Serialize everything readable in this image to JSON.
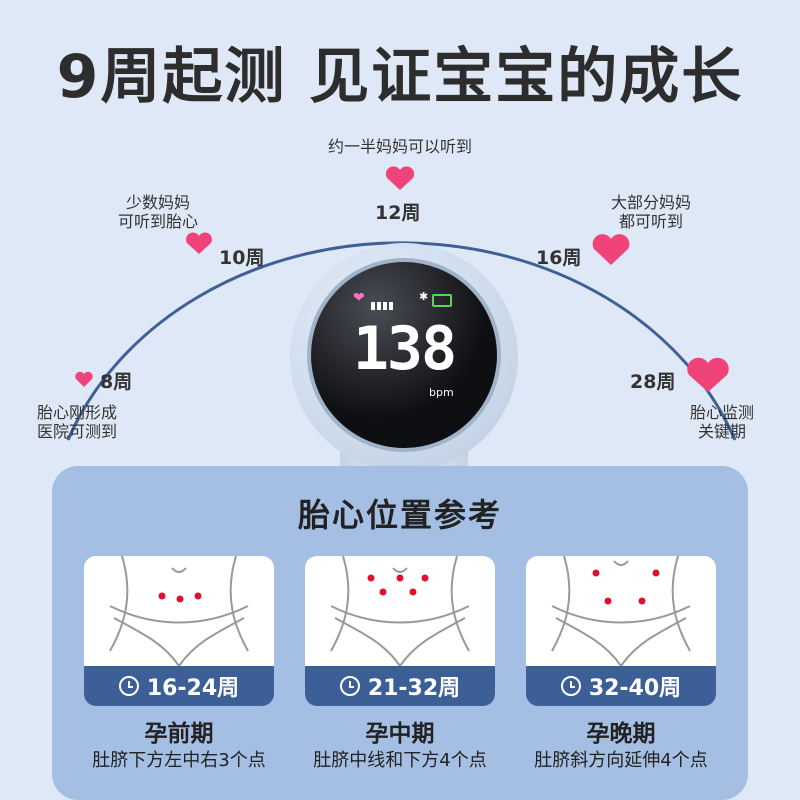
{
  "title": "9周起测 见证宝宝的成长",
  "timeline": [
    {
      "week": "8周",
      "note": [
        "胎心刚形成",
        "医院可测到"
      ]
    },
    {
      "week": "10周",
      "note": [
        "少数妈妈",
        "可听到胎心"
      ]
    },
    {
      "week": "12周",
      "note": [
        "约一半妈妈可以听到"
      ]
    },
    {
      "week": "16周",
      "note": [
        "大部分妈妈",
        "都可听到"
      ]
    },
    {
      "week": "28周",
      "note": [
        "胎心监测",
        "关键期"
      ]
    }
  ],
  "device": {
    "bpm": "138",
    "unit": "bpm"
  },
  "panel": {
    "title": "胎心位置参考",
    "cards": [
      {
        "range": "16-24周",
        "stage": "孕前期",
        "desc": "肚脐下方左中右3个点"
      },
      {
        "range": "21-32周",
        "stage": "孕中期",
        "desc": "肚脐中线和下方4个点"
      },
      {
        "range": "32-40周",
        "stage": "孕晚期",
        "desc": "肚脐斜方向延伸4个点"
      }
    ]
  },
  "colors": {
    "background": "#dfe8f6",
    "arc": "#3f5f97",
    "heart": "#f0437a",
    "panel": "#a4bfe3",
    "band": "#3c5f97",
    "dot": "#e0102f"
  }
}
